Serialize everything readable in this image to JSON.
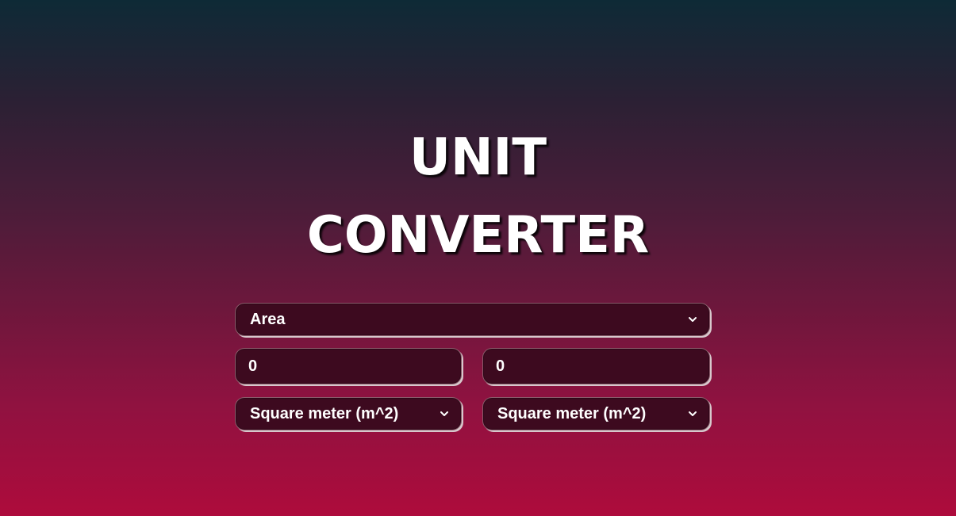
{
  "title": {
    "line1": "UNIT",
    "line2": "CONVERTER"
  },
  "category_select": {
    "selected": "Area"
  },
  "from": {
    "value": "0",
    "unit": "Square meter (m^2)"
  },
  "to": {
    "value": "0",
    "unit": "Square meter (m^2)"
  },
  "icons": {
    "dropdown": "chevron-down-icon"
  },
  "colors": {
    "field_background": "#3d0a1f",
    "text": "#ffffff",
    "gradient_top": "#0e2a36",
    "gradient_bottom": "#ae0b3c"
  }
}
